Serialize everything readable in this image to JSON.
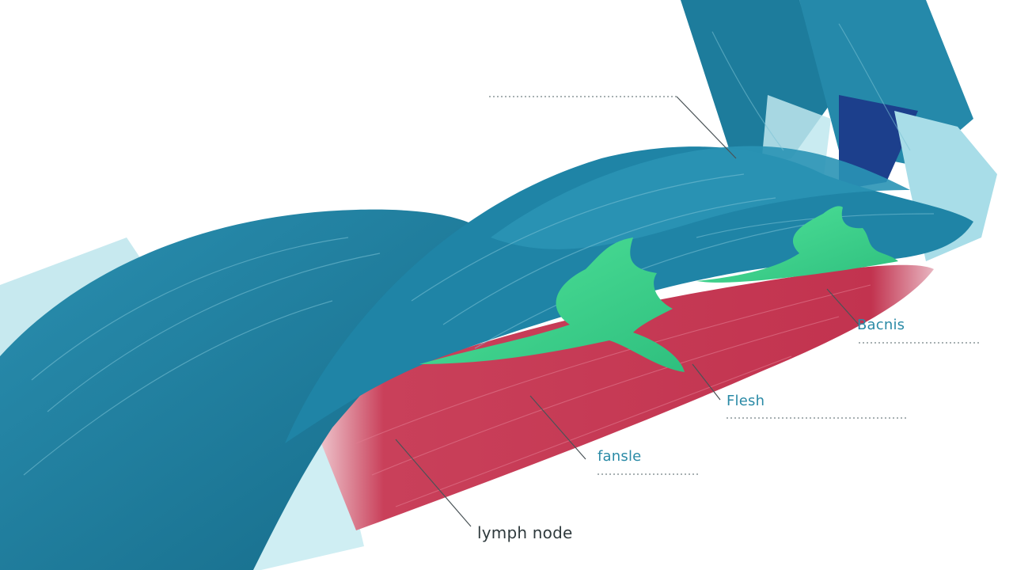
{
  "labels": [
    {
      "id": "bacnis",
      "text": "Bacnis"
    },
    {
      "id": "flesh",
      "text": "Flesh"
    },
    {
      "id": "fansle",
      "text": "fansle"
    },
    {
      "id": "lymph",
      "text": "lymph node"
    }
  ],
  "colors": {
    "muscle_blue": "#1e7f9f",
    "muscle_blue_dark": "#125f7a",
    "muscle_deep": "#1b3f8a",
    "tendon_light": "#b9e6ee",
    "red_muscle": "#c2334f",
    "green_node": "#3fd38d",
    "leader_line": "#4a5357",
    "dotted_line": "#8a9699",
    "label_teal": "#2a8aa6",
    "label_dark": "#2f3a3d"
  }
}
